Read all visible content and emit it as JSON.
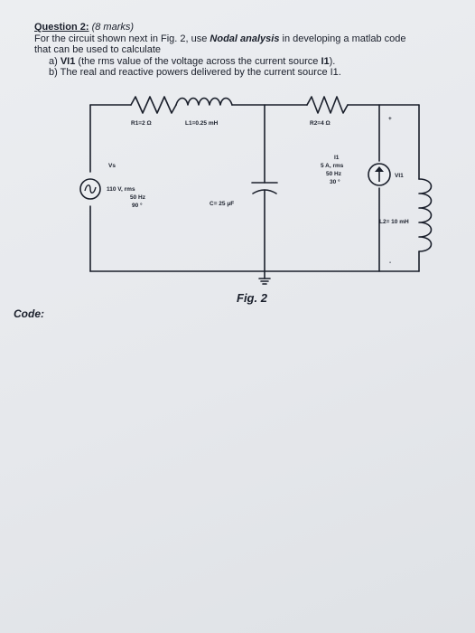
{
  "question": {
    "heading": "Question 2:",
    "marks": "(8 marks)",
    "line1_pre": "For the circuit shown next in Fig. 2,  use ",
    "line1_bold": "Nodal analysis",
    "line1_post": " in developing a matlab code",
    "line2": "that can be used to calculate",
    "item_a_prefix": "a) ",
    "item_a_bold": "VI1",
    "item_a_rest": " (the rms value of the voltage across the current source ",
    "item_a_bold2": "I1",
    "item_a_end": ").",
    "item_b": "b)  The real and reactive powers delivered by the current source I1."
  },
  "circuit": {
    "R1": "R1=2 Ω",
    "L1": "L1=0.25 mH",
    "R2": "R2=4 Ω",
    "Vs": "Vs",
    "vs_rms": "110 V, rms",
    "vs_freq": "50 Hz",
    "vs_phase": "90 °",
    "C": "C= 25 μF",
    "I1": "I1",
    "i1_rms": "5 A, rms",
    "i1_freq": "50 Hz",
    "i1_phase": "30 °",
    "VI1": "VI1",
    "plus": "+",
    "minus": "-",
    "L2": "L2= 10 mH",
    "fig": "Fig. 2"
  },
  "code_label": "Code:"
}
